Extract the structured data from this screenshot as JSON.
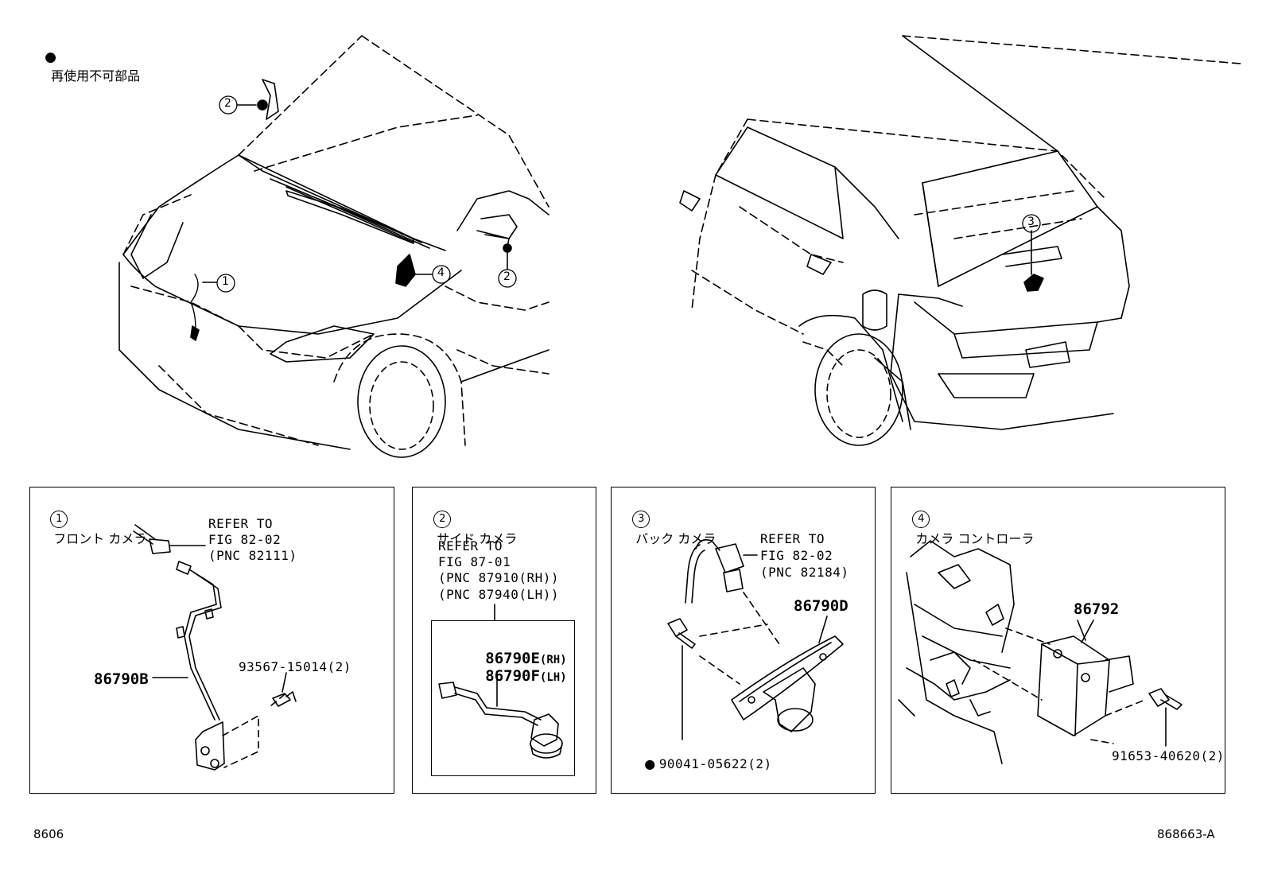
{
  "legend": {
    "bullet": "●",
    "text": "再使用不可部品"
  },
  "callouts": {
    "front_camera": "1",
    "side_camera": "2",
    "back_camera": "3",
    "camera_controller": "4"
  },
  "panels": {
    "front_camera": {
      "title": "フロント カメラ",
      "refer": [
        "REFER TO",
        "FIG 82-02",
        "(PNC 82111)"
      ],
      "part_main": "86790B",
      "part_screw": "93567-15014(2)"
    },
    "side_camera": {
      "title": "サイド カメラ",
      "refer": [
        "REFER TO",
        "FIG 87-01",
        "(PNC 87910(RH))",
        "(PNC 87940(LH))"
      ],
      "part_rh": "86790E",
      "part_rh_suffix": "(RH)",
      "part_lh": "86790F",
      "part_lh_suffix": "(LH)"
    },
    "back_camera": {
      "title": "バック カメラ",
      "refer": [
        "REFER TO",
        "FIG 82-02",
        "(PNC 82184)"
      ],
      "part_main": "86790D",
      "part_screw": "90041-05622(2)",
      "part_screw_bullet": "●"
    },
    "camera_controller": {
      "title": "カメラ コントローラ",
      "part_main": "86792",
      "part_bolt": "91653-40620(2)"
    }
  },
  "footer": {
    "left_code": "8606",
    "right_code": "868663-A"
  }
}
